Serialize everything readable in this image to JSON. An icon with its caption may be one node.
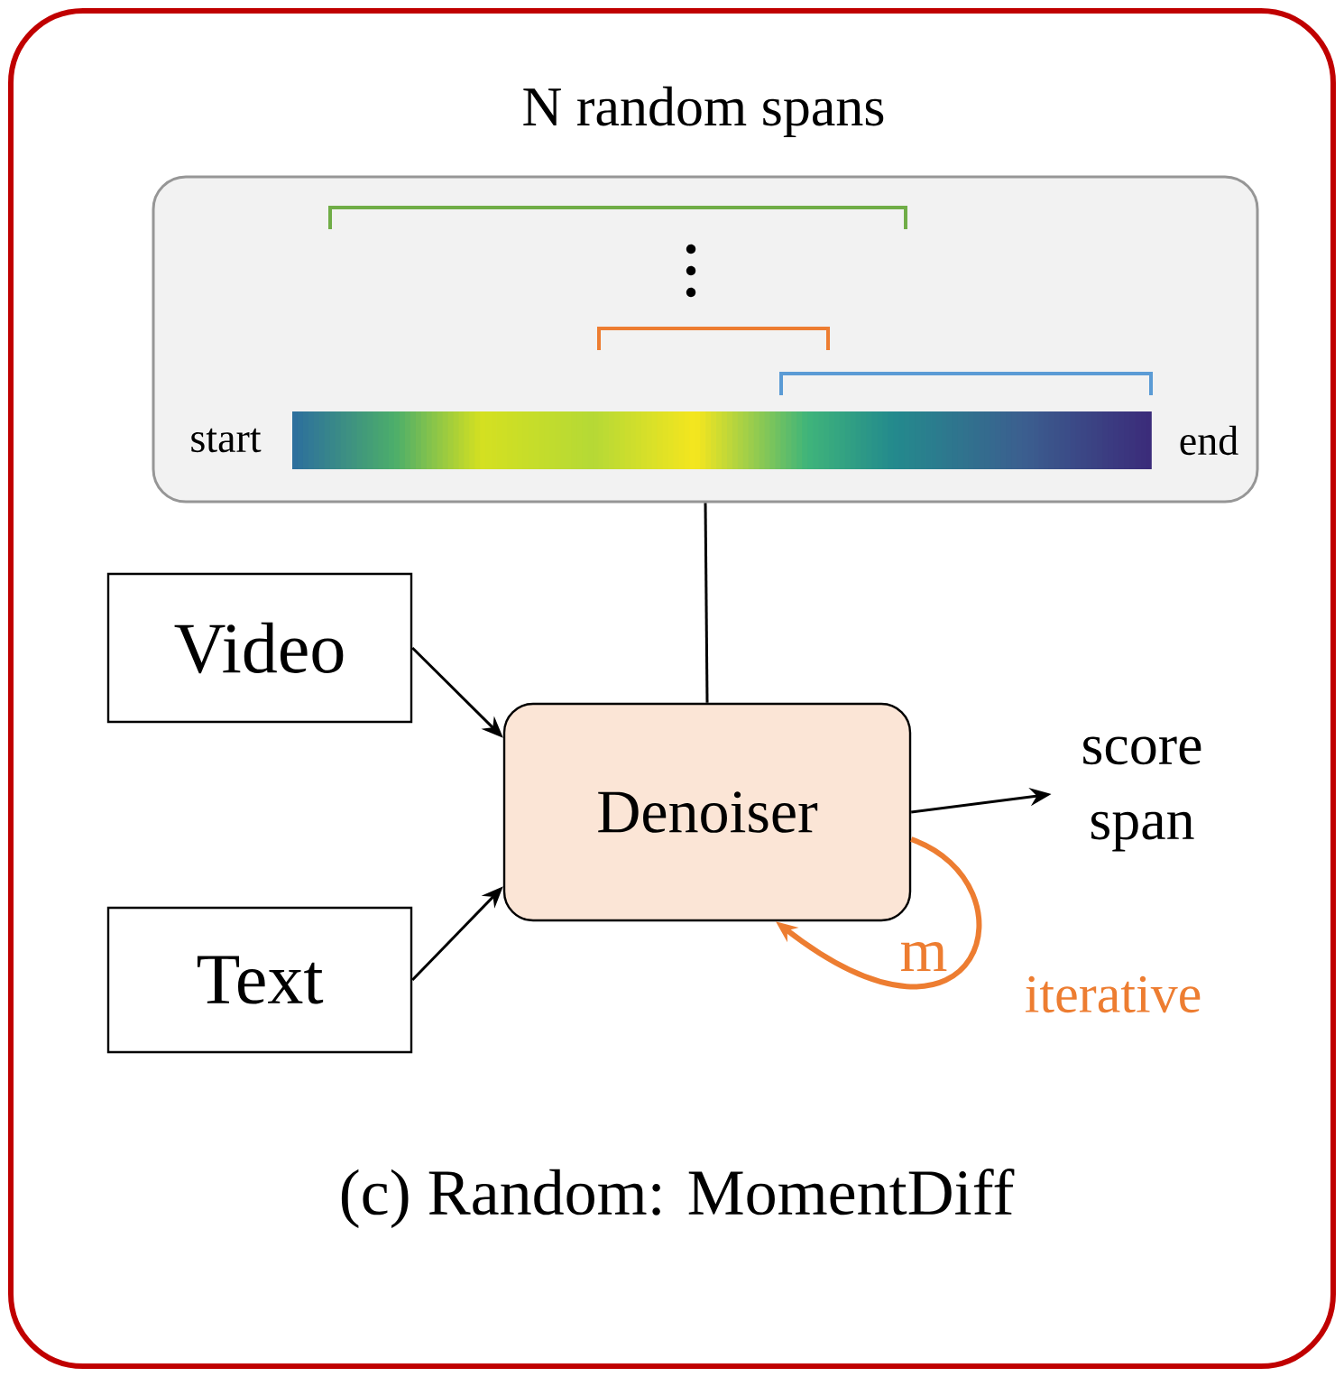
{
  "diagram": {
    "caption": "(c) Random: MomentDiff",
    "nodes": [
      {
        "text": [
          "N random spans",
          "start",
          "end"
        ]
      },
      {
        "text": [
          "Video"
        ]
      },
      {
        "text": [
          "Text"
        ]
      },
      {
        "text": [
          "Denoiser"
        ]
      },
      {
        "text": [
          "score span"
        ]
      }
    ],
    "edges": [
      {
        "from": 0,
        "to": 3,
        "arrow": "none"
      },
      {
        "from": 1,
        "to": 3,
        "arrow": "to"
      },
      {
        "from": 2,
        "to": 3,
        "arrow": "to"
      },
      {
        "from": 3,
        "to": 4,
        "arrow": "to"
      },
      {
        "from": 3,
        "to": 3,
        "arrow": "to",
        "label": "m",
        "color": "#ed7d31",
        "style": "thick"
      }
    ],
    "labels": [
      "iterative"
    ]
  }
}
